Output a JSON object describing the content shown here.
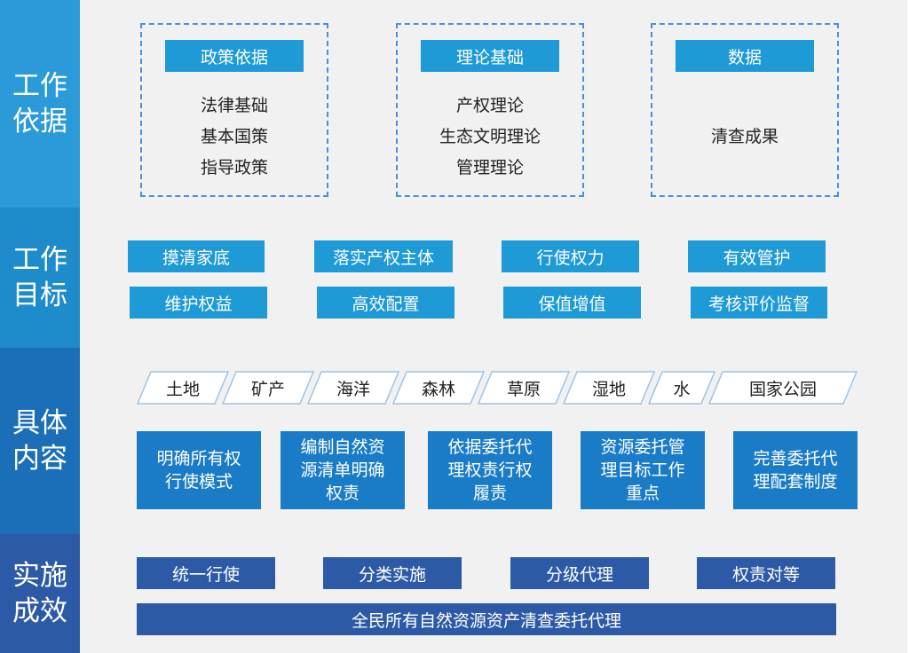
{
  "rows": [
    {
      "label": "工作依据",
      "color": "#2a9ad8"
    },
    {
      "label": "工作目标",
      "color": "#1e8bcb"
    },
    {
      "label": "具体内容",
      "color": "#1b6fb8"
    },
    {
      "label": "实施成效",
      "color": "#2d5aa6"
    }
  ],
  "basis": [
    {
      "title": "政策依据",
      "lines": [
        "法律基础",
        "基本国策",
        "指导政策"
      ]
    },
    {
      "title": "理论基础",
      "lines": [
        "产权理论",
        "生态文明理论",
        "管理理论"
      ]
    },
    {
      "title": "数据",
      "lines": [
        "清查成果"
      ]
    }
  ],
  "goals": [
    "摸清家底",
    "落实产权主体",
    "行使权力",
    "有效管护",
    "维护权益",
    "高效配置",
    "保值增值",
    "考核评价监督"
  ],
  "resources": [
    "土地",
    "矿产",
    "海洋",
    "森林",
    "草原",
    "湿地",
    "水",
    "国家公园"
  ],
  "contents": [
    "明确所有权行使模式",
    "编制自然资源清单明确权责",
    "依据委托代理权责行权履责",
    "资源委托管理目标工作重点",
    "完善委托代理配套制度"
  ],
  "effects": [
    "统一行使",
    "分类实施",
    "分级代理",
    "权责对等"
  ],
  "effect_bottom": "全民所有自然资源资产清查委托代理"
}
